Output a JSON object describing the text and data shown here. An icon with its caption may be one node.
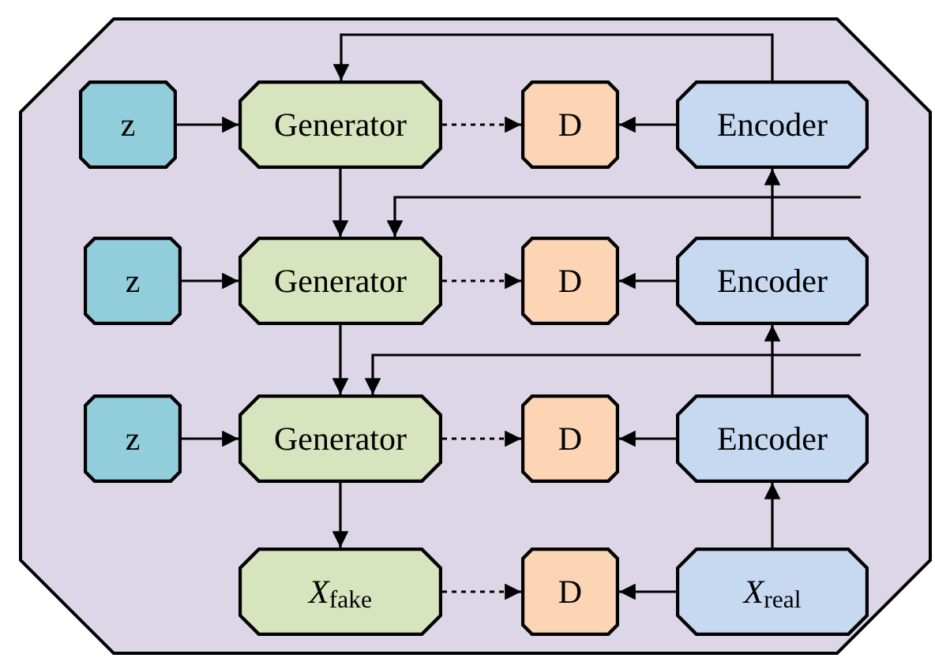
{
  "diagram": {
    "nodes": [
      {
        "text": [],
        "shape": "octagon"
      },
      {
        "text": [
          "z"
        ],
        "in": 0
      },
      {
        "text": [
          "Generator"
        ],
        "in": 0
      },
      {
        "text": [
          "D"
        ],
        "in": 0
      },
      {
        "text": [
          "Encoder"
        ],
        "in": 0
      },
      {
        "text": [
          "z"
        ],
        "in": 0
      },
      {
        "text": [
          "Generator"
        ],
        "in": 0
      },
      {
        "text": [
          "D"
        ],
        "in": 0
      },
      {
        "text": [
          "Encoder"
        ],
        "in": 0
      },
      {
        "text": [
          "z"
        ],
        "in": 0
      },
      {
        "text": [
          "Generator"
        ],
        "in": 0
      },
      {
        "text": [
          "D"
        ],
        "in": 0
      },
      {
        "text": [
          "Encoder"
        ],
        "in": 0
      },
      {
        "text": [
          "*X*$_{fake}$"
        ],
        "in": 0
      },
      {
        "text": [
          "D"
        ],
        "in": 0
      },
      {
        "text": [
          "*X*$_{real}$"
        ],
        "in": 0
      }
    ],
    "edges": [
      {
        "from": 1,
        "to": 2,
        "arrow": "to"
      },
      {
        "from": 2,
        "to": 3,
        "arrow": "to",
        "style": "dashed"
      },
      {
        "from": 4,
        "to": 3,
        "arrow": "to"
      },
      {
        "from": 5,
        "to": 6,
        "arrow": "to"
      },
      {
        "from": 6,
        "to": 7,
        "arrow": "to",
        "style": "dashed"
      },
      {
        "from": 8,
        "to": 7,
        "arrow": "to"
      },
      {
        "from": 9,
        "to": 10,
        "arrow": "to"
      },
      {
        "from": 10,
        "to": 11,
        "arrow": "to",
        "style": "dashed"
      },
      {
        "from": 12,
        "to": 11,
        "arrow": "to"
      },
      {
        "from": 13,
        "to": 14,
        "arrow": "to",
        "style": "dashed"
      },
      {
        "from": 15,
        "to": 14,
        "arrow": "to"
      },
      {
        "from": 2,
        "to": 6,
        "arrow": "to"
      },
      {
        "from": 6,
        "to": 10,
        "arrow": "to"
      },
      {
        "from": 10,
        "to": 13,
        "arrow": "to"
      },
      {
        "from": 15,
        "to": 12,
        "arrow": "to"
      },
      {
        "from": 12,
        "to": 8,
        "arrow": "to"
      },
      {
        "from": 8,
        "to": 4,
        "arrow": "to"
      },
      {
        "from": 4,
        "to": 2,
        "arrow": "to"
      },
      {
        "from": null,
        "to": 6,
        "arrow": "to"
      },
      {
        "from": null,
        "to": 10,
        "arrow": "to"
      }
    ]
  }
}
